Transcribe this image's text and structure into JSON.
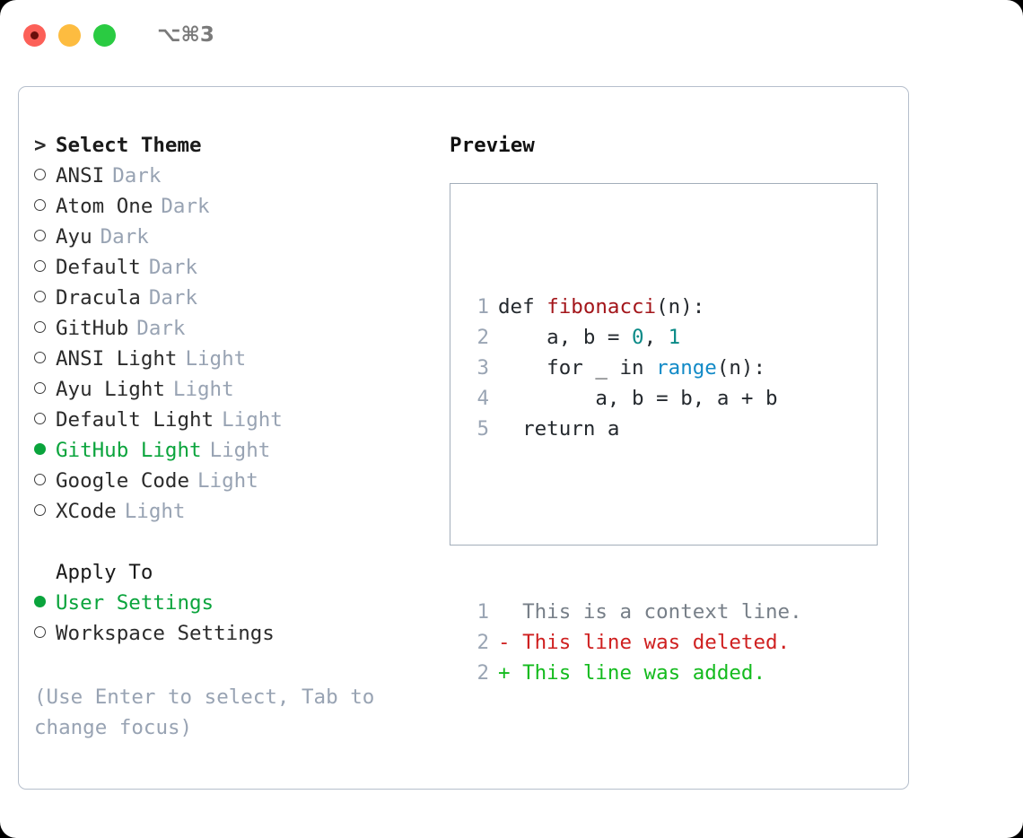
{
  "titlebar": {
    "shortcut": "⌥⌘3",
    "lights": [
      {
        "name": "close",
        "color": "#fc6058"
      },
      {
        "name": "minimize",
        "color": "#fdbc40"
      },
      {
        "name": "maximize",
        "color": "#2acb42"
      }
    ]
  },
  "theme_picker": {
    "prompt": ">",
    "header": "Select Theme",
    "items": [
      {
        "marker": "○",
        "name": "ANSI",
        "tag": "Dark",
        "selected": false
      },
      {
        "marker": "○",
        "name": "Atom One",
        "tag": "Dark",
        "selected": false
      },
      {
        "marker": "○",
        "name": "Ayu",
        "tag": "Dark",
        "selected": false
      },
      {
        "marker": "○",
        "name": "Default",
        "tag": "Dark",
        "selected": false
      },
      {
        "marker": "○",
        "name": "Dracula",
        "tag": "Dark",
        "selected": false
      },
      {
        "marker": "○",
        "name": "GitHub",
        "tag": "Dark",
        "selected": false
      },
      {
        "marker": "○",
        "name": "ANSI Light",
        "tag": "Light",
        "selected": false
      },
      {
        "marker": "○",
        "name": "Ayu Light",
        "tag": "Light",
        "selected": false
      },
      {
        "marker": "○",
        "name": "Default Light",
        "tag": "Light",
        "selected": false
      },
      {
        "marker": "●",
        "name": "GitHub Light",
        "tag": "Light",
        "selected": true
      },
      {
        "marker": "○",
        "name": "Google Code",
        "tag": "Light",
        "selected": false
      },
      {
        "marker": "○",
        "name": "XCode",
        "tag": "Light",
        "selected": false
      }
    ]
  },
  "apply_to": {
    "header": "Apply To",
    "items": [
      {
        "marker": "●",
        "name": "User Settings",
        "selected": true
      },
      {
        "marker": "○",
        "name": "Workspace Settings",
        "selected": false
      }
    ]
  },
  "hint": "(Use Enter to select, Tab to change focus)",
  "preview": {
    "title": "Preview",
    "code_lines": [
      {
        "num": "1",
        "tokens": [
          {
            "t": "def ",
            "c": "plain"
          },
          {
            "t": "fibonacci",
            "c": "func"
          },
          {
            "t": "(n):",
            "c": "plain"
          }
        ]
      },
      {
        "num": "2",
        "tokens": [
          {
            "t": "    a, b = ",
            "c": "plain"
          },
          {
            "t": "0",
            "c": "num"
          },
          {
            "t": ", ",
            "c": "plain"
          },
          {
            "t": "1",
            "c": "num"
          }
        ]
      },
      {
        "num": "3",
        "tokens": [
          {
            "t": "    for _ in ",
            "c": "plain"
          },
          {
            "t": "range",
            "c": "call"
          },
          {
            "t": "(n):",
            "c": "plain"
          }
        ]
      },
      {
        "num": "4",
        "tokens": [
          {
            "t": "        a, b = b, a + b",
            "c": "plain"
          }
        ]
      },
      {
        "num": "5",
        "tokens": [
          {
            "t": "  return a",
            "c": "plain"
          }
        ]
      }
    ],
    "diff_lines": [
      {
        "num": "1",
        "sign": " ",
        "text": " This is a context line.",
        "kind": "ctx"
      },
      {
        "num": "2",
        "sign": "-",
        "text": " This line was deleted.",
        "kind": "del"
      },
      {
        "num": "2",
        "sign": "+",
        "text": " This line was added.",
        "kind": "add"
      }
    ]
  },
  "colors": {
    "accent_green": "#0aa43c",
    "tag_muted": "#98a3b3",
    "border": "#b6bfcc",
    "preview_border": "#a3aeba",
    "diff_add": "#14bb1e",
    "diff_del": "#cf2020",
    "syntax_func": "#a3151a",
    "syntax_num": "#0a8a87",
    "syntax_call": "#128ac7"
  }
}
